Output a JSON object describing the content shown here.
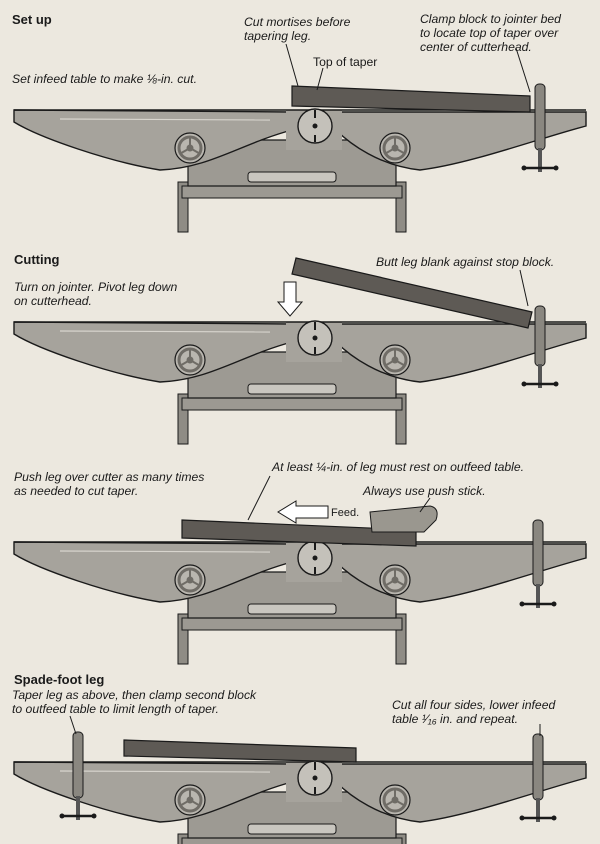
{
  "panels": [
    {
      "heading": "Set up",
      "callouts": [
        {
          "lines": [
            "Cut mortises before",
            "tapering leg."
          ]
        },
        {
          "lines": [
            "Clamp block to jointer bed",
            "to locate top of taper over",
            "center of cutterhead."
          ]
        },
        {
          "lines": [
            "Top of taper"
          ]
        },
        {
          "lines": [
            "Set infeed table to make ⅛-in. cut."
          ]
        }
      ]
    },
    {
      "heading": "Cutting",
      "callouts": [
        {
          "lines": [
            "Turn on jointer. Pivot leg down",
            "on cutterhead."
          ]
        },
        {
          "lines": [
            "Butt leg blank against stop block."
          ]
        }
      ]
    },
    {
      "heading": "",
      "callouts": [
        {
          "lines": [
            "Push leg over cutter as many times",
            "as needed to cut taper."
          ]
        },
        {
          "lines": [
            "At least ¼-in. of leg must rest on outfeed table."
          ]
        },
        {
          "lines": [
            "Always use push stick."
          ]
        }
      ],
      "arrow_label": "Feed."
    },
    {
      "heading": "Spade-foot leg",
      "callouts": [
        {
          "lines": [
            "Taper leg as above, then clamp second block",
            "to outfeed table to limit length of taper."
          ]
        },
        {
          "lines": [
            "Cut all four sides, lower infeed",
            "table ¹⁄₁₆ in. and repeat."
          ]
        }
      ]
    }
  ],
  "colors": {
    "background": "#ece8df",
    "machine": "#a6a39c",
    "machine_dark": "#6f6c66",
    "wood": "#5e5a55",
    "ink": "#1a1a1a"
  }
}
